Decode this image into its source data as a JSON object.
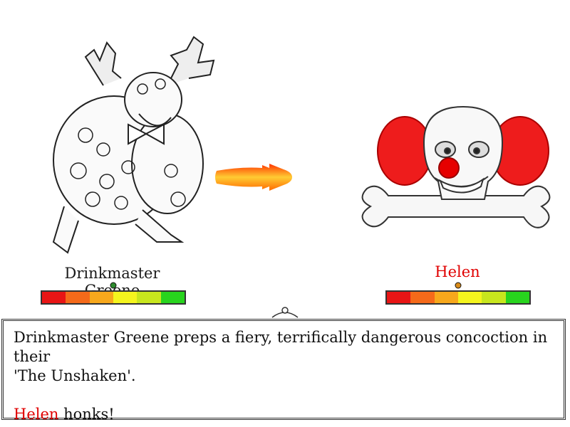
{
  "player": {
    "name": "Drinkmaster Greene",
    "hp_level": 0.5
  },
  "enemy": {
    "name": "Helen",
    "name_color": "#e00000",
    "hp_level": 0.5
  },
  "projectile": {
    "colors": [
      "#ff6a00",
      "#ffcc33",
      "#ff3300"
    ]
  },
  "health_bar": {
    "segment_colors": [
      "#e81515",
      "#f56a1a",
      "#f7a81c",
      "#f5f51e",
      "#c8e61e",
      "#28d41e"
    ]
  },
  "dialog": {
    "line1": "Drinkmaster Greene preps a fiery, terrifically dangerous concoction in their",
    "line2": "'The Unshaken'.",
    "line3_name": "Helen",
    "line3_rest": " honks!"
  }
}
